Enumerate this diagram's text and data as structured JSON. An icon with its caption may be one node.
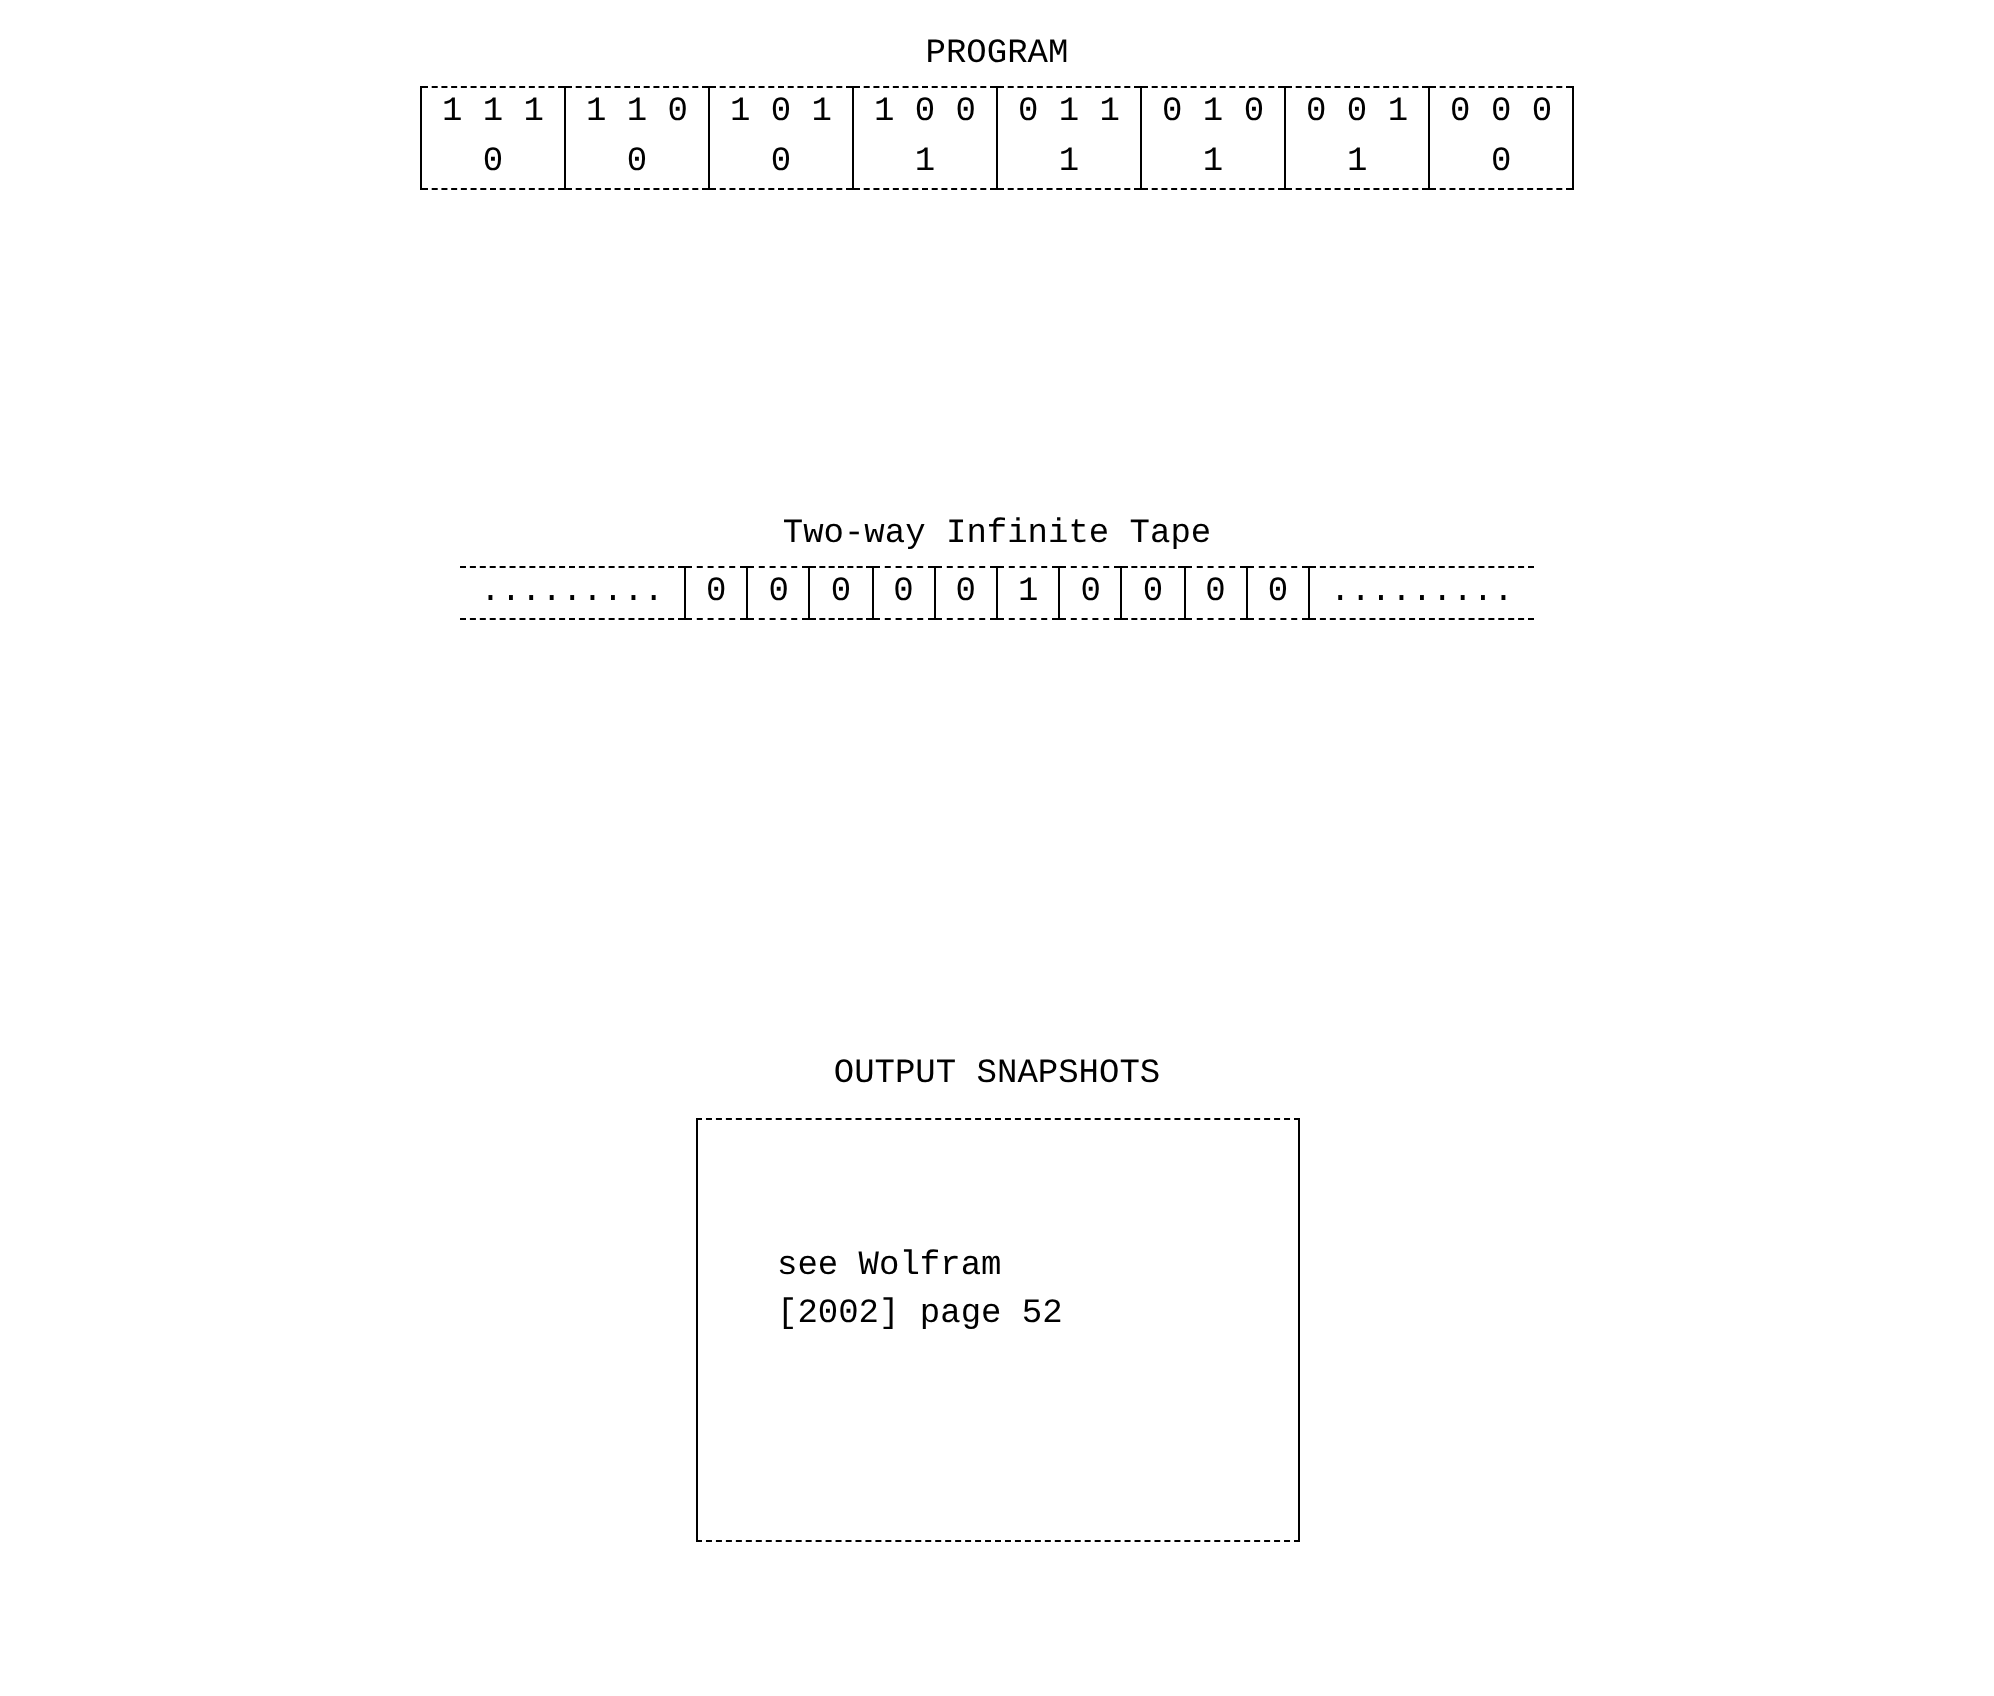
{
  "diagram": {
    "nodes": [
      {
        "text": [
          "PROGRAM",
          "1 1 1",
          "1 1 0",
          "1 0 1",
          "1 0 0",
          "0 1 1",
          "0 1 0",
          "0 0 1",
          "0 0 0",
          "0",
          "0",
          "0",
          "1",
          "1",
          "1",
          "1",
          "0"
        ]
      },
      {
        "text": [
          "Two-way Infinite Tape",
          ".........",
          "0",
          "0",
          "0",
          "0",
          "0",
          "1",
          "0",
          "0",
          "0",
          "0",
          "........."
        ]
      },
      {
        "text": [
          "OUTPUT SNAPSHOTS",
          "see Wolfram [2002] page 52"
        ]
      }
    ],
    "edges": []
  }
}
